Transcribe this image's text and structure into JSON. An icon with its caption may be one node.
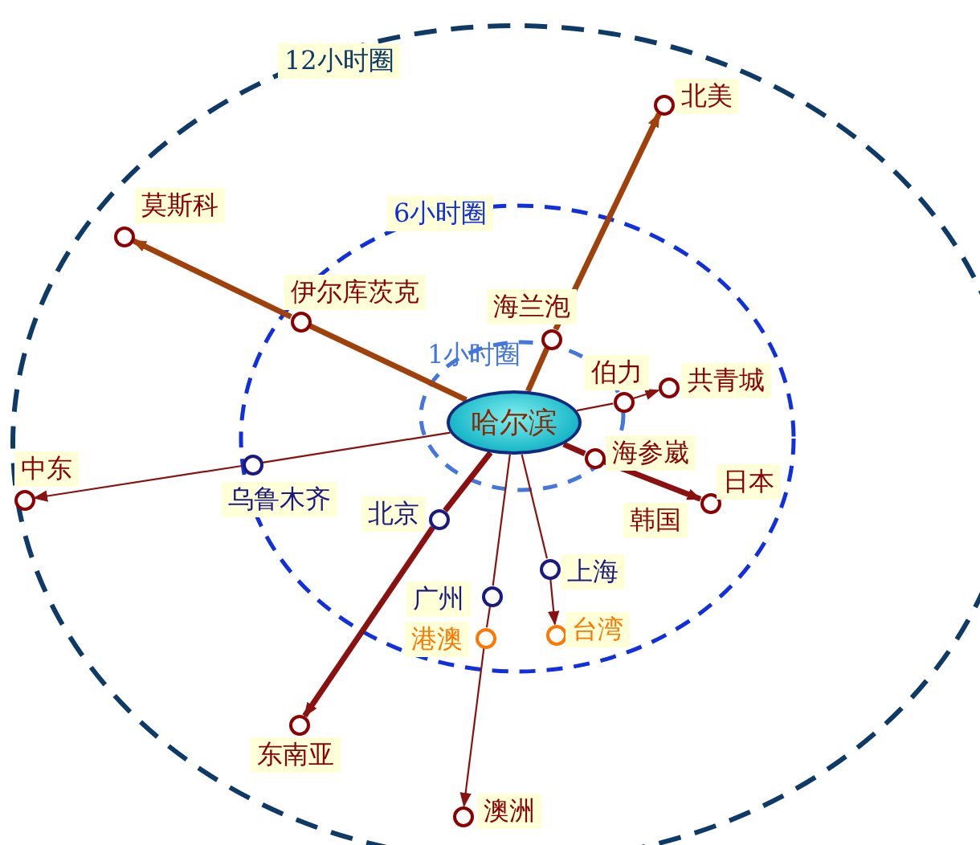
{
  "diagram": {
    "nodes": [
      {
        "text": [
          "哈尔滨"
        ]
      },
      {
        "text": [
          "北美"
        ]
      },
      {
        "text": [
          "莫斯科"
        ]
      },
      {
        "text": [
          "伊尔库茨克"
        ]
      },
      {
        "text": [
          "海兰泡"
        ]
      },
      {
        "text": [
          "伯力"
        ]
      },
      {
        "text": [
          "共青城"
        ]
      },
      {
        "text": [
          "海参崴"
        ]
      },
      {
        "text": [
          "日本"
        ]
      },
      {
        "text": [
          "中东"
        ]
      },
      {
        "text": [
          "乌鲁木齐"
        ]
      },
      {
        "text": [
          "北京"
        ]
      },
      {
        "text": [
          "上海"
        ]
      },
      {
        "text": [
          "广州"
        ]
      },
      {
        "text": [
          "港澳"
        ]
      },
      {
        "text": [
          "台湾"
        ]
      },
      {
        "text": [
          "东南亚"
        ]
      },
      {
        "text": [
          "澳洲"
        ]
      },
      {
        "text": [
          "12小时圈"
        ]
      },
      {
        "text": [
          "6小时圈"
        ]
      },
      {
        "text": [
          "1小时圈"
        ]
      },
      {
        "text": [
          "韩国"
        ]
      }
    ],
    "edges": [
      {
        "from": 0,
        "to": 3,
        "arrow": "none",
        "style": "thick",
        "color": "#a0400a"
      },
      {
        "from": 3,
        "to": 2,
        "arrow": "to",
        "style": "thick",
        "color": "#a0400a"
      },
      {
        "from": 0,
        "to": 4,
        "arrow": "none",
        "style": "thick",
        "color": "#a0400a"
      },
      {
        "from": 4,
        "to": 1,
        "arrow": "to",
        "style": "thick",
        "color": "#a0400a"
      },
      {
        "from": 0,
        "to": 5,
        "arrow": "none"
      },
      {
        "from": 5,
        "to": 6,
        "arrow": "to"
      },
      {
        "from": 0,
        "to": 7,
        "arrow": "none",
        "style": "thick"
      },
      {
        "from": 7,
        "to": 8,
        "arrow": "to",
        "style": "thick"
      },
      {
        "from": 0,
        "to": 10,
        "arrow": "none"
      },
      {
        "from": 10,
        "to": 9,
        "arrow": "to"
      },
      {
        "from": 0,
        "to": 11,
        "arrow": "none",
        "style": "thick"
      },
      {
        "from": 11,
        "to": 16,
        "arrow": "to",
        "style": "thick"
      },
      {
        "from": 0,
        "to": 13,
        "arrow": "none"
      },
      {
        "from": 13,
        "to": 14,
        "arrow": "none"
      },
      {
        "from": 14,
        "to": 17,
        "arrow": "to"
      },
      {
        "from": 0,
        "to": 12,
        "arrow": "none"
      },
      {
        "from": 12,
        "to": 15,
        "arrow": "to"
      }
    ]
  }
}
